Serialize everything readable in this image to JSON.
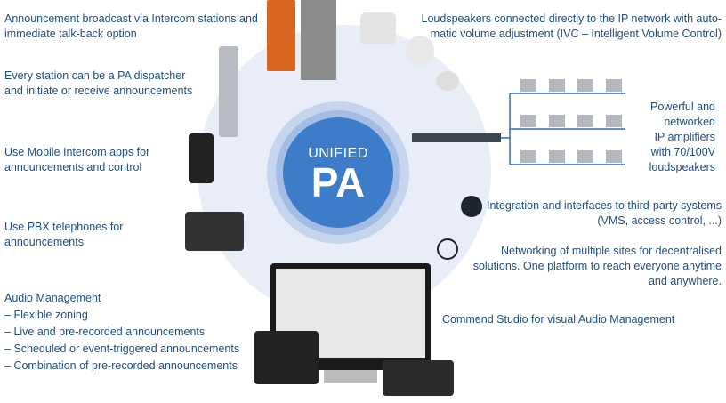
{
  "hub": {
    "line1": "UNIFIED",
    "line2": "PA"
  },
  "left": [
    {
      "lines": [
        "Announcement broadcast via Intercom stations and",
        "immediate talk-back option"
      ]
    },
    {
      "lines": [
        "Every station can be a PA dispatcher",
        "and initiate or receive announcements"
      ]
    },
    {
      "lines": [
        "Use Mobile Intercom apps for",
        "announcements and control"
      ]
    },
    {
      "lines": [
        "Use PBX telephones for",
        "announcements"
      ]
    }
  ],
  "audio": {
    "title": "Audio Management",
    "items": [
      "Flexible zoning",
      "Live and pre-recorded announcements",
      "Scheduled or event-triggered announcements",
      "Combination of pre-recorded announcements"
    ]
  },
  "right": [
    {
      "lines": [
        "Loudspeakers connected directly to the IP network with auto-",
        "matic volume adjustment (IVC – Intelligent Volume Control)"
      ]
    },
    {
      "lines": [
        "Powerful and",
        "networked",
        "IP amplifiers",
        "with 70/100V",
        "loudspeakers"
      ]
    },
    {
      "lines": [
        "Integration and interfaces to third-party systems",
        "(VMS, access control, ...)"
      ]
    },
    {
      "lines": [
        "Networking of multiple sites for decentralised",
        "solutions. One platform to reach everyone anytime",
        "and anywhere."
      ]
    },
    {
      "lines": [
        "Commend Studio for visual Audio Management"
      ]
    }
  ]
}
